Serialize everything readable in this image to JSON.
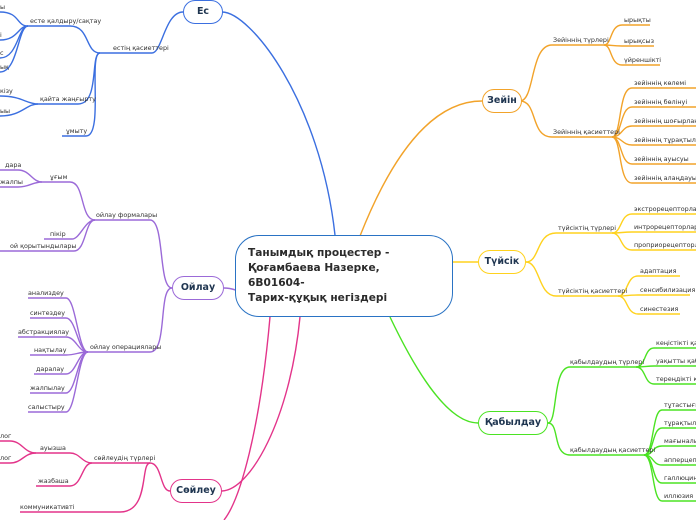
{
  "central": {
    "line1": "Танымдық процестер -",
    "line2": "Қоғамбаева Назерке, 6В01604-",
    "line3": "Тарих-құқық негіздері"
  },
  "colors": {
    "es": "#3b6fe0",
    "zeyin": "#f2a32a",
    "tusik": "#ffd21e",
    "kabyldau": "#4be323",
    "oilau": "#9b6ad8",
    "soileu": "#e3348a"
  },
  "branches": {
    "es": "Ес",
    "zeyin": "Зейін",
    "tusik": "Түйсік",
    "kabyldau": "Қабылдау",
    "oilau": "Ойлау",
    "soileu": "Сөйлеу"
  },
  "es": {
    "properties": "естің қасиеттері",
    "remember": "есте қалдыру/сақтау",
    "recall": "қайта жаңғырту",
    "forget": "ұмыту",
    "frag1": "ы",
    "frag2": "і",
    "frag3": "с",
    "frag4": "ық",
    "frag5": "кізу",
    "frag6": "ыы"
  },
  "zeyin": {
    "types": "Зейіннің түрлері",
    "type_items": [
      "ырықты",
      "ырықсыз",
      "үйреншікті"
    ],
    "properties": "Зейіннің қасиеттері",
    "prop_items": [
      "зейіннің көлемі",
      "зейіннің бөлінуі",
      "зейіннің шоғырлануы",
      "зейіннің тұрақтылығы",
      "зейіннің ауысуы",
      "зейіннің алаңдауы"
    ]
  },
  "tusik": {
    "types": "түйсіктің түрлері",
    "type_items": [
      "экстрорецепторлар",
      "интрорецепторлар",
      "проприорецепторлар"
    ],
    "properties": "түйсіктің қасиеттері",
    "prop_items": [
      "адаптация",
      "сенсибилизация",
      "синестезия"
    ]
  },
  "kabyldau": {
    "types": "қабылдаудың түрлері",
    "type_items": [
      "кеңістікті қабылдау",
      "уақытты қабылдау",
      "тереңдікті қабылдау"
    ],
    "properties": "қабылдаудың қасиеттері",
    "prop_items": [
      "тұтастығы",
      "тұрақтылығы",
      "мағыналылығы",
      "апперцепция",
      "галлюцинация",
      "иллюзия"
    ]
  },
  "oilau": {
    "forms": "ойлау формалары",
    "concept": "ұғым",
    "concept_sub": [
      "дара",
      "жалпы"
    ],
    "judgment": "пікір",
    "inference": "ой қорытындылары",
    "operations": "ойлау операциялары",
    "op_items": [
      "анализдеу",
      "синтездеу",
      "абстракциялау",
      "нақтылау",
      "даралау",
      "жалпылау",
      "салыстыру"
    ]
  },
  "soileu": {
    "types": "сөйлеудің түрлері",
    "oral": "ауызша",
    "oral_sub": [
      "лог",
      "лог"
    ],
    "written": "жазбаша",
    "comm": "коммуникативті"
  }
}
